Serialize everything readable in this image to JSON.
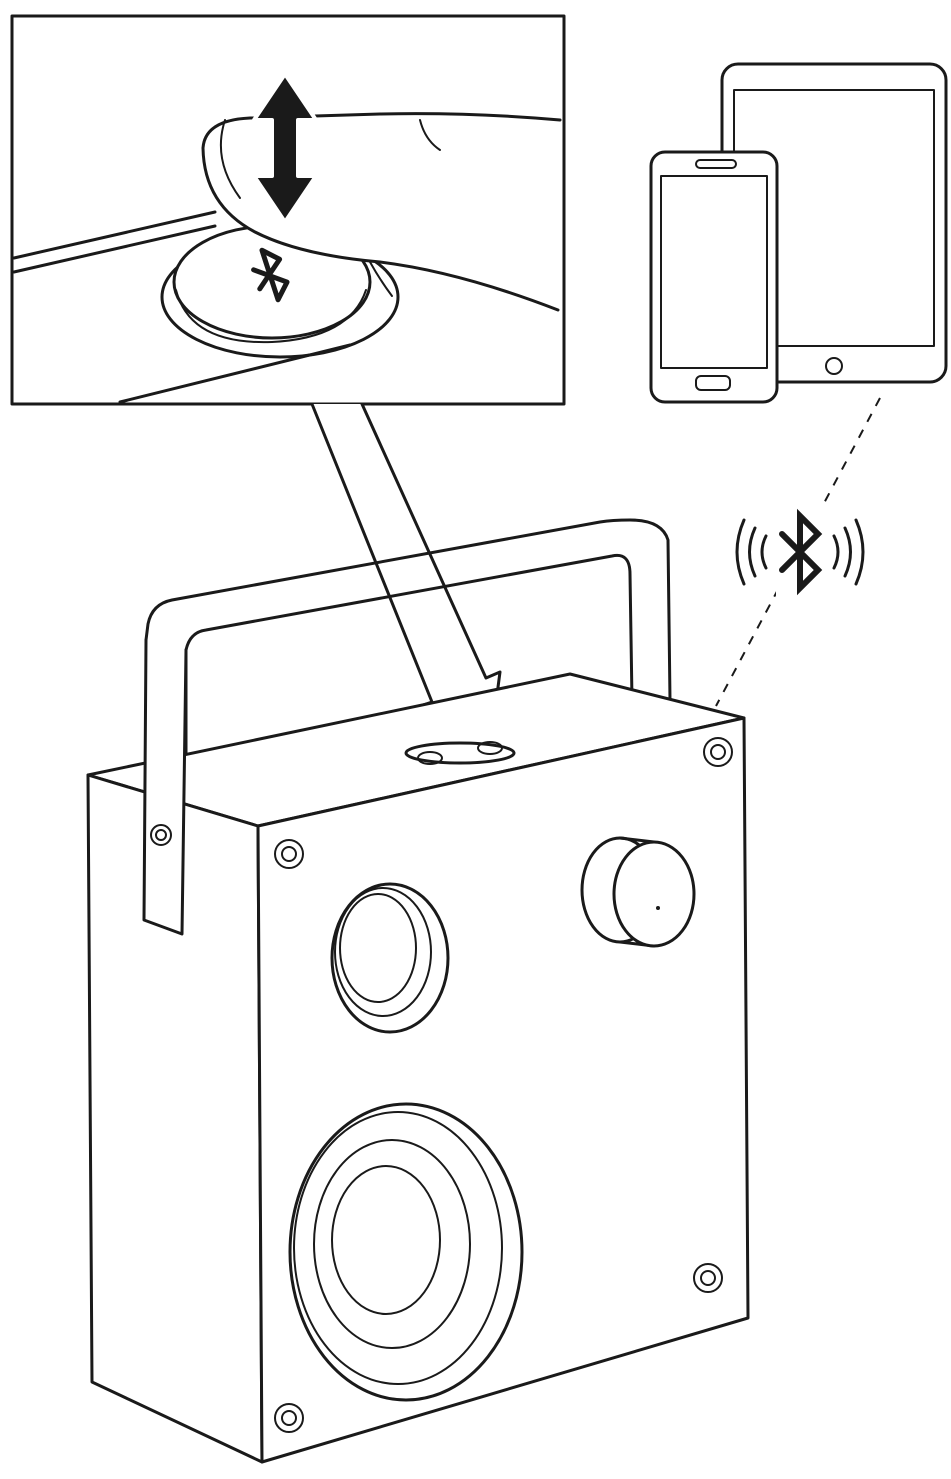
{
  "figure": {
    "type": "instruction-illustration",
    "panels": [
      "button-detail-inset",
      "devices",
      "speaker"
    ],
    "icons": [
      "bluetooth-icon",
      "press-arrow-icon",
      "signal-waves-icon"
    ],
    "colors": {
      "line": "#1a1a1a",
      "background": "#ffffff"
    }
  }
}
